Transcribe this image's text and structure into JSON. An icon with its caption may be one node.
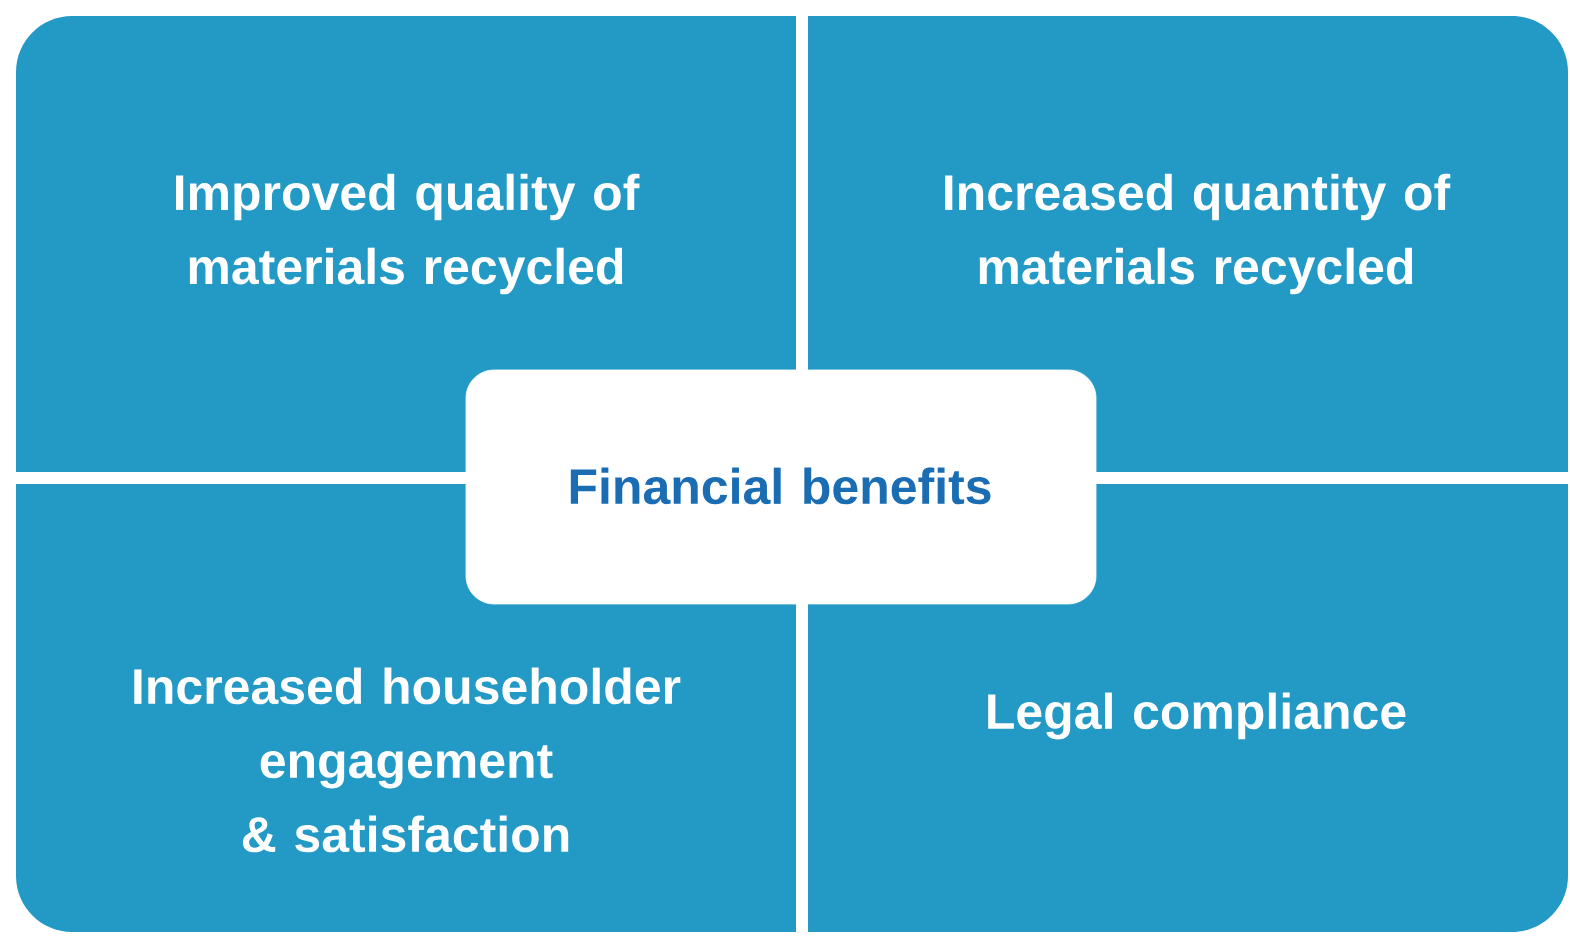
{
  "diagram": {
    "nodes": [
      {
        "text": [
          "Improved quality of materials recycled"
        ]
      },
      {
        "text": [
          "Increased quantity of materials recycled"
        ]
      },
      {
        "text": [
          "Financial benefits"
        ]
      },
      {
        "text": [
          "Increased householder engagement & satisfaction"
        ]
      },
      {
        "text": [
          "Legal compliance"
        ]
      }
    ]
  }
}
